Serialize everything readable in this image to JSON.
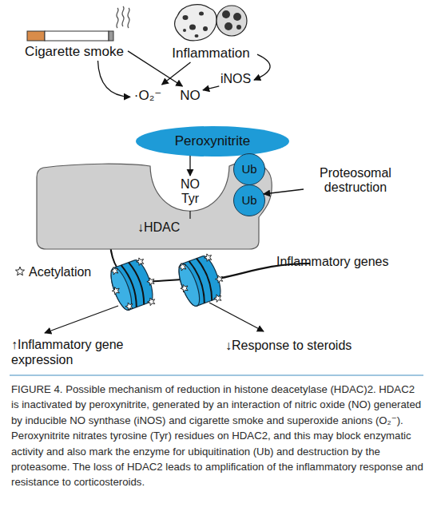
{
  "diagram": {
    "caption": "FIGURE 4. Possible mechanism of reduction in histone deacetylase (HDAC)2. HDAC2 is inactivated by peroxynitrite, generated by an interaction of nitric oxide (NO) generated by inducible NO synthase (iNOS) and cigarette smoke and superoxide anions (O₂⁻). Peroxynitrite nitrates tyrosine (Tyr) residues on HDAC2, and this may block enzymatic activity and also mark the enzyme for ubiquitination (Ub) and destruction by the proteasome. The loss of HDAC2 leads to amplification of the inflammatory response and resistance to corticosteroids.",
    "nodes": [
      {
        "text": [
          "Cigarette smoke"
        ]
      },
      {
        "text": [
          "Inflammation"
        ]
      },
      {
        "text": [
          "·O₂⁻"
        ]
      },
      {
        "text": [
          "NO"
        ]
      },
      {
        "text": [
          "iNOS"
        ]
      },
      {
        "text": [
          "Peroxynitrite"
        ]
      },
      {
        "text": [
          "↓HDAC"
        ]
      },
      {
        "text": [
          "NO Tyr"
        ],
        "in": 6
      },
      {
        "text": [
          "Ub"
        ]
      },
      {
        "text": [
          "Ub"
        ]
      },
      {
        "text": [
          "Proteosomal destruction"
        ]
      }
    ],
    "edges": [
      {
        "from": 0,
        "to": 2,
        "arrow": "to"
      },
      {
        "from": 0,
        "to": 3,
        "arrow": "to"
      },
      {
        "from": 1,
        "to": 2,
        "arrow": "to"
      },
      {
        "from": 1,
        "to": 4,
        "arrow": "to"
      },
      {
        "from": 4,
        "to": 3,
        "arrow": "to"
      },
      {
        "from": 5,
        "to": 7,
        "arrow": "to"
      },
      {
        "from": 10,
        "to": 9,
        "arrow": "to"
      }
    ],
    "labels": [
      "Inflammatory genes",
      "↑Inflammatory gene expression",
      "↓Response to steroids"
    ],
    "legend": [
      {
        "text": "Acetylation"
      }
    ]
  }
}
